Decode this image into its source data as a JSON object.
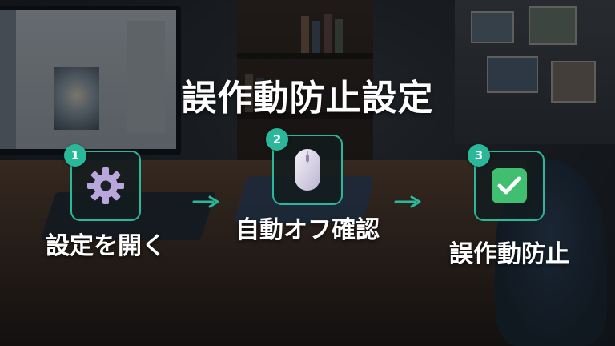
{
  "title": "誤作動防止設定",
  "steps": [
    {
      "number": "1",
      "icon": "gear-icon",
      "label": "設定を開く"
    },
    {
      "number": "2",
      "icon": "mouse-icon",
      "label": "自動オフ確認"
    },
    {
      "number": "3",
      "icon": "checkmark-icon",
      "label": "誤作動防止"
    }
  ],
  "colors": {
    "accent": "#2bb89a",
    "gear": "#b9a6dc",
    "check": "#3fbf6f",
    "text": "#ffffff"
  }
}
